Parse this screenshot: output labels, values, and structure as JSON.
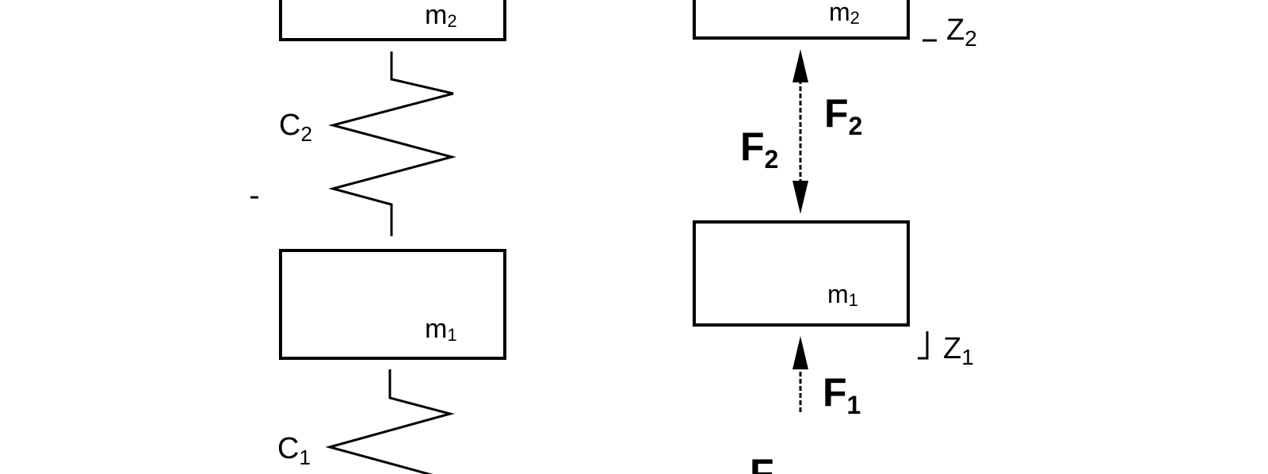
{
  "colors": {
    "ink": "#000000",
    "background": "#ffffff"
  },
  "left": {
    "mass_top": {
      "name": "m",
      "sub": "2"
    },
    "mass_bottom": {
      "name": "m",
      "sub": "1"
    },
    "spring_top": {
      "name": "C",
      "sub": "2"
    },
    "spring_bottom": {
      "name": "C",
      "sub": "1"
    }
  },
  "right": {
    "mass_top": {
      "name": "m",
      "sub": "2"
    },
    "mass_bottom": {
      "name": "m",
      "sub": "1"
    },
    "disp_top": {
      "name": "Z",
      "sub": "2"
    },
    "disp_bottom": {
      "name": "Z",
      "sub": "1"
    },
    "force_upper_right": {
      "name": "F",
      "sub": "2"
    },
    "force_upper_left": {
      "name": "F",
      "sub": "2"
    },
    "force_lower": {
      "name": "F",
      "sub": "1"
    },
    "force_bottom_partial": {
      "name": "F"
    }
  }
}
